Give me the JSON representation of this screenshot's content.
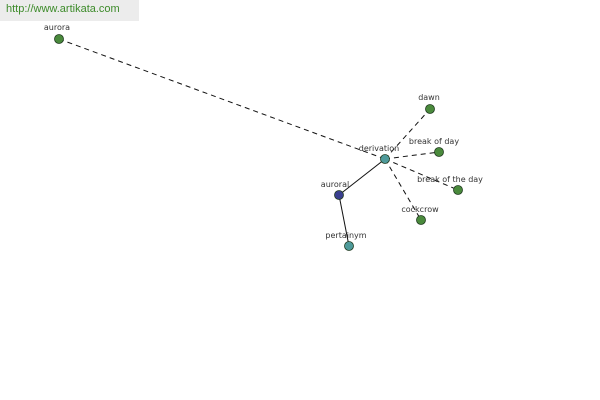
{
  "watermark": "http://www.artikata.com",
  "colors": {
    "node_green": "#4a8a3c",
    "node_teal": "#4e9a9a",
    "node_blue": "#3a3f8f",
    "edge": "#111111",
    "node_stroke": "#1f3a1f"
  },
  "nodes": [
    {
      "id": "aurora",
      "label": "aurora",
      "kind": "green"
    },
    {
      "id": "derivation",
      "label": "derivation",
      "kind": "teal"
    },
    {
      "id": "dawn",
      "label": "dawn",
      "kind": "green"
    },
    {
      "id": "break-of-day",
      "label": "break of day",
      "kind": "green"
    },
    {
      "id": "break-of-the-day",
      "label": "break of the day",
      "kind": "green"
    },
    {
      "id": "cockcrow",
      "label": "cockcrow",
      "kind": "green"
    },
    {
      "id": "auroral",
      "label": "auroral",
      "kind": "blue"
    },
    {
      "id": "pertainym",
      "label": "pertainym",
      "kind": "teal"
    }
  ],
  "edges": [
    {
      "from": "aurora",
      "to": "derivation",
      "style": "dashed"
    },
    {
      "from": "derivation",
      "to": "dawn",
      "style": "dashed"
    },
    {
      "from": "derivation",
      "to": "break-of-day",
      "style": "dashed"
    },
    {
      "from": "derivation",
      "to": "break-of-the-day",
      "style": "dashed"
    },
    {
      "from": "derivation",
      "to": "cockcrow",
      "style": "dashed"
    },
    {
      "from": "auroral",
      "to": "derivation",
      "style": "solid"
    },
    {
      "from": "auroral",
      "to": "pertainym",
      "style": "solid"
    }
  ]
}
